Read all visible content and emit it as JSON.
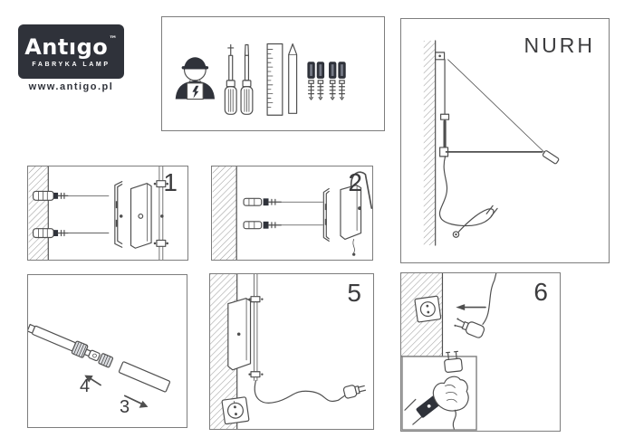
{
  "colors": {
    "page_bg": "#ffffff",
    "logo_bg": "#2f323a",
    "logo_fg": "#ffffff",
    "line": "#4f4f4f",
    "dark_fill": "#2f323a",
    "hatch": "#9b9b9b",
    "panel_border": "#7d7d7d",
    "text": "#3c3c3e"
  },
  "brand": {
    "name": "Antıgo",
    "trademark": "™",
    "tagline": "FABRYKA LAMP",
    "website": "www.antigo.pl"
  },
  "product": {
    "model": "NURH"
  },
  "tools_panel": {
    "icons": [
      "electrician-icon",
      "phillips-screwdriver-icon",
      "flat-screwdriver-icon",
      "ruler-icon",
      "pencil-icon",
      "wall-plug-screw-icon-x4"
    ]
  },
  "steps": {
    "step1": {
      "label": "1"
    },
    "step2": {
      "label": "2"
    },
    "step3": {
      "label": "3"
    },
    "step4": {
      "label": "4"
    },
    "step5": {
      "label": "5"
    },
    "step6": {
      "label": "6"
    }
  }
}
